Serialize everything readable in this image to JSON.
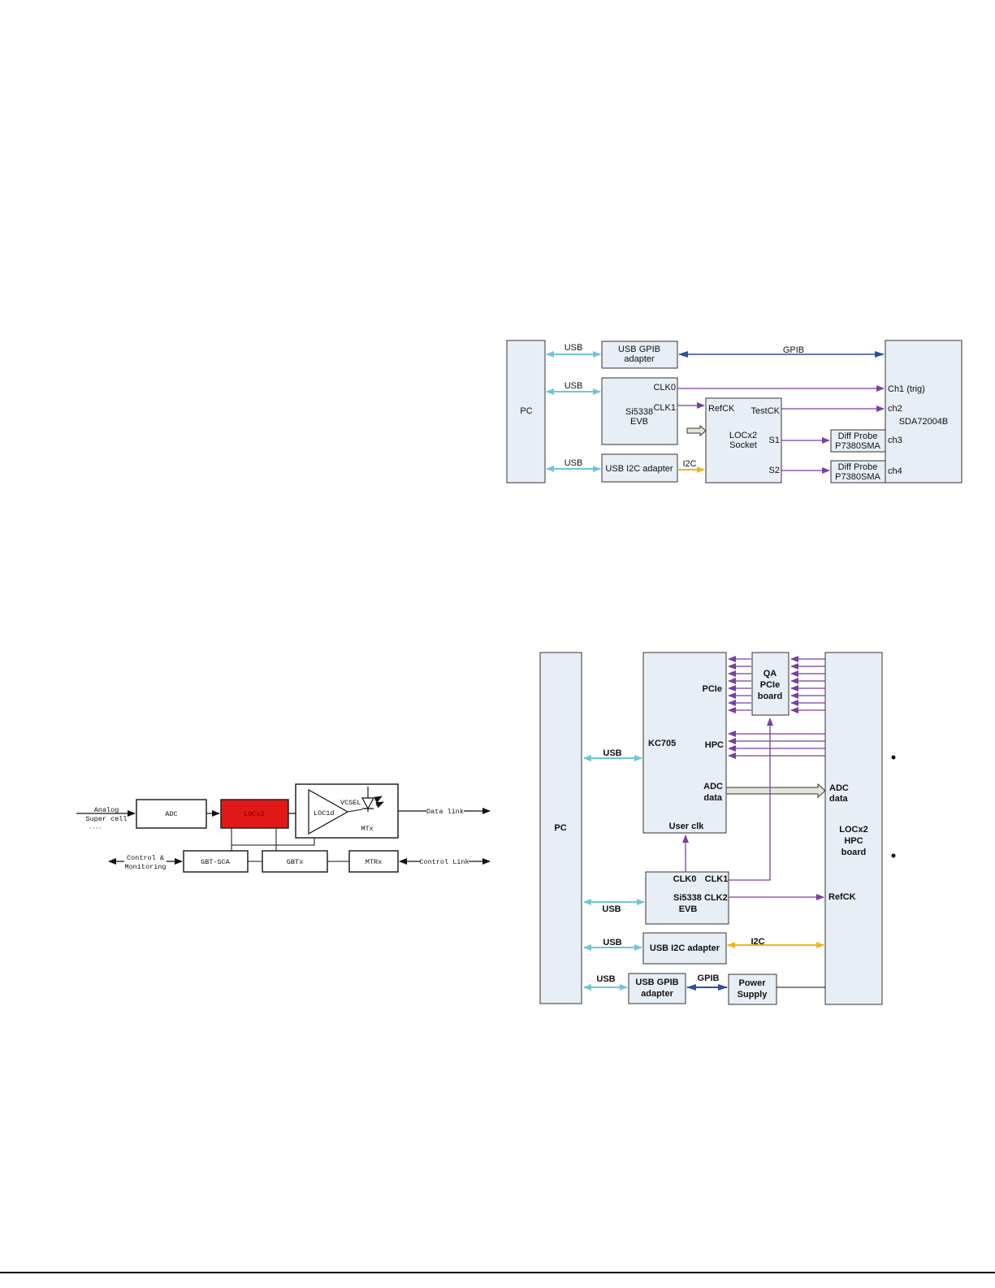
{
  "top_diagram": {
    "pc": "PC",
    "usb": "USB",
    "gpib_adapter": [
      "USB GPIB",
      "adapter"
    ],
    "gpib": "GPIB",
    "si5338": [
      "Si5338",
      "EVB"
    ],
    "clk0": "CLK0",
    "clk1": "CLK1",
    "i2c_adapter": "USB I2C adapter",
    "i2c": "I2C",
    "refck": "RefCK",
    "testck": "TestCK",
    "socket": [
      "LOCx2",
      "Socket"
    ],
    "s1": "S1",
    "s2": "S2",
    "diff_probe": [
      "Diff Probe",
      "P7380SMA"
    ],
    "scope": "SDA72004B",
    "ch1": "Ch1 (trig)",
    "ch2": "ch2",
    "ch3": "ch3",
    "ch4": "ch4"
  },
  "left_diagram": {
    "analog": [
      "Analog",
      "Super cell"
    ],
    "adc": "ADC",
    "locx2": "LOCx2",
    "loc1d": "LOC1d",
    "vcsel": "VCSEL",
    "mtx": "MTx",
    "data_link": "Data link",
    "control": [
      "Control &",
      "Monitoring"
    ],
    "gbt_sca": "GBT-SCA",
    "gbtx": "GBTx",
    "mtrx": "MTRx",
    "control_link": "Control Link"
  },
  "bottom_diagram": {
    "pc": "PC",
    "usb": "USB",
    "kc705": "KC705",
    "pcie": "PCIe",
    "hpc": "HPC",
    "adc_data": [
      "ADC",
      "data"
    ],
    "user_clk": "User clk",
    "qa_board": [
      "QA",
      "PCIe",
      "board"
    ],
    "si5338": "Si5338",
    "evb": "EVB",
    "clk0": "CLK0",
    "clk1": "CLK1",
    "clk2": "CLK2",
    "i2c_adapter": "USB I2C adapter",
    "i2c": "I2C",
    "gpib_adapter": [
      "USB GPIB",
      "adapter"
    ],
    "gpib": "GPIB",
    "power_supply": [
      "Power",
      "Supply"
    ],
    "locx2_board": [
      "LOCx2",
      "HPC",
      "board"
    ],
    "refck": "RefCK",
    "adc_data_right": [
      "ADC",
      "data"
    ]
  },
  "colors": {
    "usb": "#6ec6d6",
    "purple": "#7a3fa0",
    "gpib": "#2f4f9a",
    "i2c": "#f0b51e",
    "locx2_red": "#e01818",
    "box_fill": "#e8eef6"
  }
}
